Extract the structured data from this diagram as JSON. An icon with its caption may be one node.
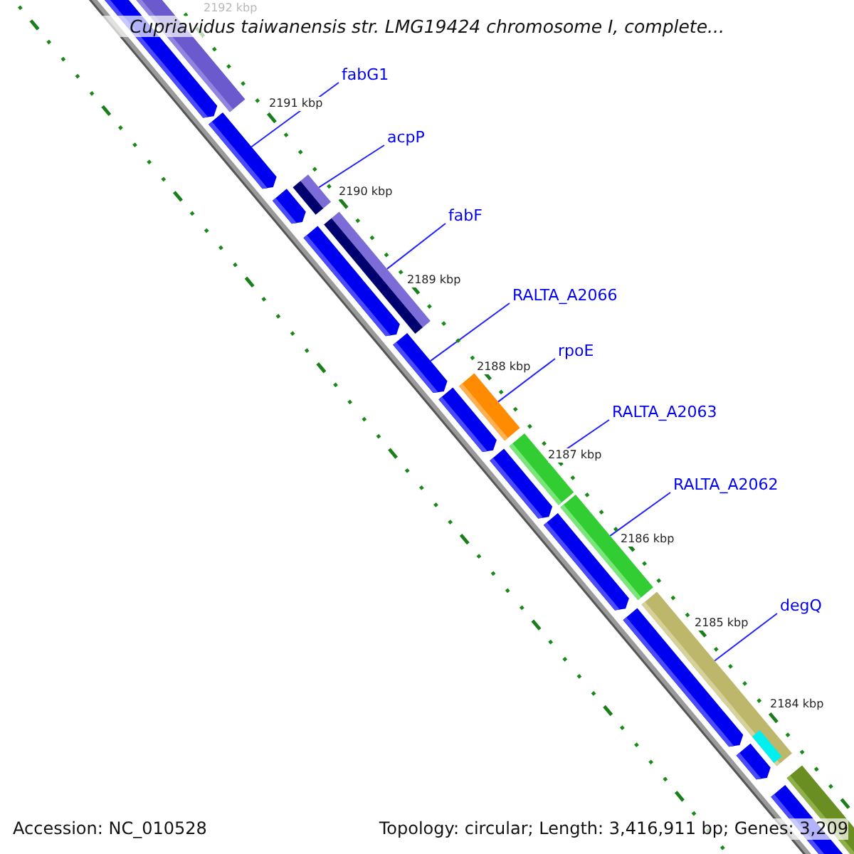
{
  "diagram": {
    "title": "Cupriavidus taiwanensis str. LMG19424 chromosome I, complete...",
    "nodes": [
      {
        "text": [
          "fabG1"
        ]
      },
      {
        "text": [
          "acpP"
        ]
      },
      {
        "text": [
          "fabF"
        ]
      },
      {
        "text": [
          "RALTA_A2066"
        ]
      },
      {
        "text": [
          "rpoE"
        ]
      },
      {
        "text": [
          "RALTA_A2063"
        ]
      },
      {
        "text": [
          "RALTA_A2062"
        ]
      },
      {
        "text": [
          "degQ"
        ]
      },
      {
        "text": [],
        "shape": "bar"
      },
      {
        "text": [],
        "shape": "bar"
      },
      {
        "text": [],
        "shape": "bar"
      },
      {
        "text": [],
        "shape": "bar"
      },
      {
        "text": [],
        "shape": "bar"
      },
      {
        "text": [],
        "shape": "bar"
      },
      {
        "text": [],
        "shape": "bar"
      },
      {
        "text": [],
        "shape": "bar"
      }
    ],
    "edges": [
      {
        "from": 0,
        "to": 8,
        "arrow": "none"
      },
      {
        "from": 1,
        "to": 9,
        "arrow": "none"
      },
      {
        "from": 2,
        "to": 10,
        "arrow": "none"
      },
      {
        "from": 3,
        "to": 11,
        "arrow": "none"
      },
      {
        "from": 4,
        "to": 12,
        "arrow": "none"
      },
      {
        "from": 5,
        "to": 13,
        "arrow": "none"
      },
      {
        "from": 6,
        "to": 14,
        "arrow": "none"
      },
      {
        "from": 7,
        "to": 15,
        "arrow": "none"
      }
    ],
    "labels": [
      "2192 kbp",
      "2191 kbp",
      "2190 kbp",
      "2189 kbp",
      "2188 kbp",
      "2187 kbp",
      "2186 kbp",
      "2185 kbp",
      "2184 kbp",
      "Accession: NC_010528",
      "Topology: circular; Length: 3,416,911 bp; Genes: 3,209"
    ]
  }
}
